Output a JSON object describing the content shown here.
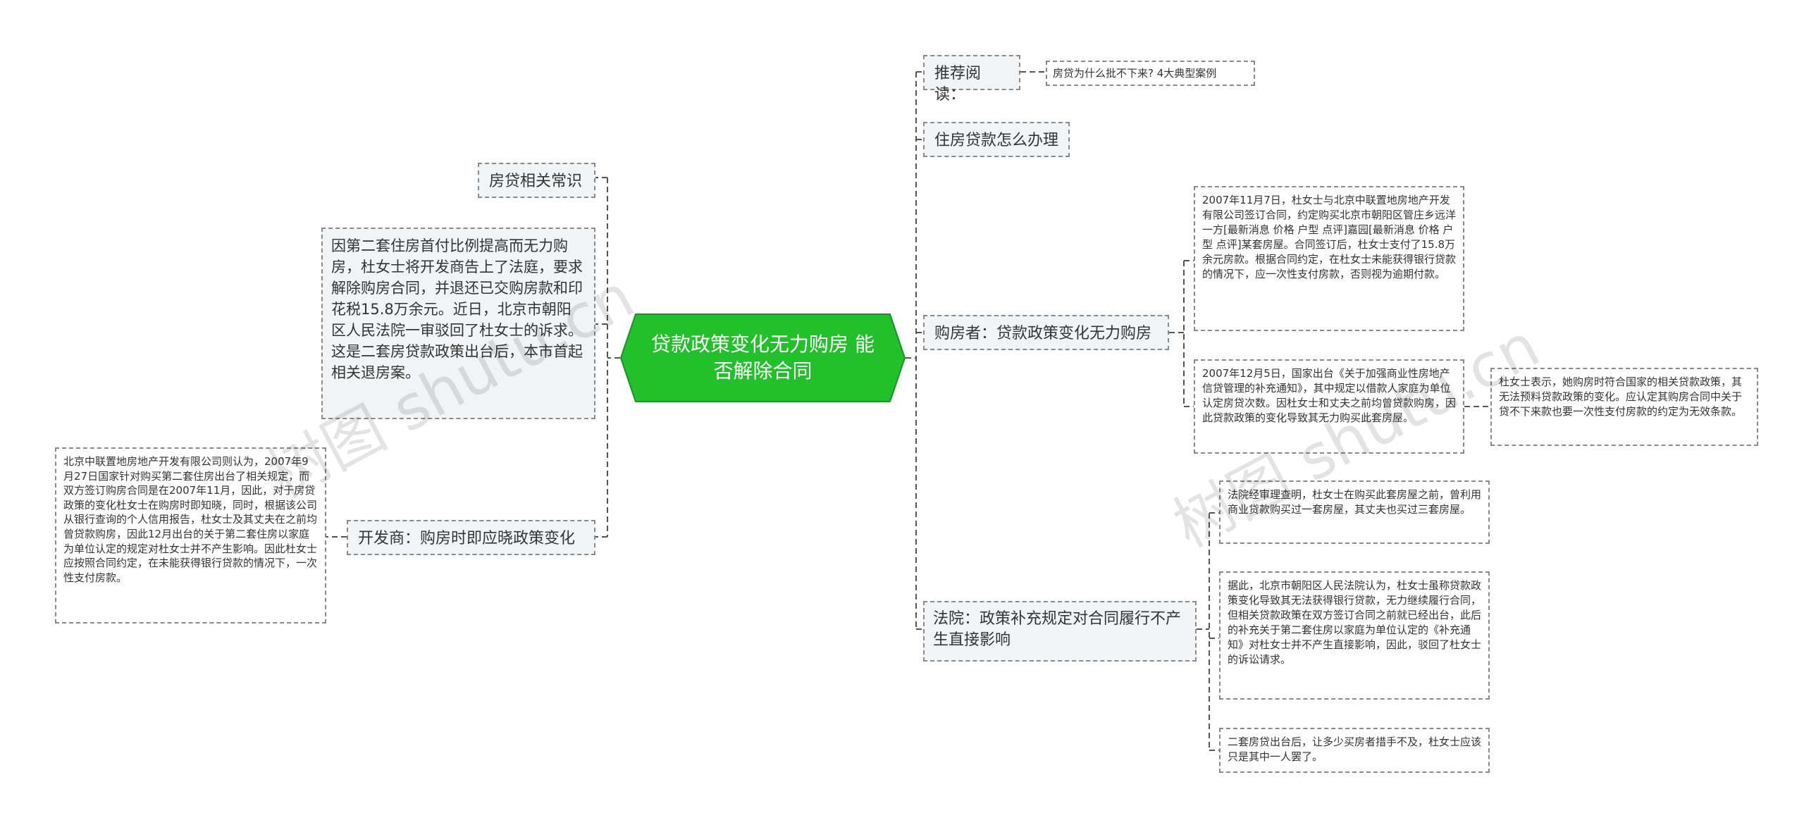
{
  "root": {
    "label": "贷款政策变化无力购房 能否解除合同",
    "color": "#22c02b"
  },
  "left": {
    "knowledge": "房贷相关常识",
    "summary": "因第二套住房首付比例提高而无力购房，杜女士将开发商告上了法庭，要求解除购房合同，并退还已交购房款和印花税15.8万余元。近日，北京市朝阳区人民法院一审驳回了杜女士的诉求。这是二套房贷款政策出台后，本市首起相关退房案。",
    "developer": {
      "label": "开发商：购房时即应晓政策变化",
      "detail": "北京中联置地房地产开发有限公司则认为，2007年9月27日国家针对购买第二套住房出台了相关规定，而双方签订购房合同是在2007年11月，因此，对于房贷政策的变化杜女士在购房时即知晓，同时，根据该公司从银行查询的个人信用报告，杜女士及其丈夫在之前均曾贷款购房，因此12月出台的关于第二套住房以家庭为单位认定的规定对杜女士并不产生影响。因此杜女士应按照合同约定，在未能获得银行贷款的情况下，一次性支付房款。"
    }
  },
  "right": {
    "recommend": {
      "label": "推荐阅读：",
      "link": "房贷为什么批不下来? 4大典型案例"
    },
    "howto": "住房贷款怎么办理",
    "buyer": {
      "label": "购房者：贷款政策变化无力购房",
      "detail1": "2007年11月7日，杜女士与北京中联置地房地产开发有限公司签订合同，约定购买北京市朝阳区管庄乡远洋一方[最新消息 价格 户型 点评]嘉园[最新消息 价格 户型 点评]某套房屋。合同签订后，杜女士支付了15.8万余元房款。根据合同约定，在杜女士未能获得银行贷款的情况下，应一次性支付房款，否则视为逾期付款。",
      "detail2": "2007年12月5日，国家出台《关于加强商业性房地产信贷管理的补充通知》，其中规定以借款人家庭为单位认定房贷次数。因杜女士和丈夫之前均曾贷款购房，因此贷款政策的变化导致其无力购买此套房屋。",
      "detail2_child": "杜女士表示，她购房时符合国家的相关贷款政策，其无法预料贷款政策的变化。应认定其购房合同中关于贷不下来款也要一次性支付房款的约定为无效条款。"
    },
    "court": {
      "label": "法院：政策补充规定对合同履行不产生直接影响",
      "detail1": "法院经审理查明，杜女士在购买此套房屋之前，曾利用商业贷款购买过一套房屋，其丈夫也买过三套房屋。",
      "detail2": "据此，北京市朝阳区人民法院认为，杜女士虽称贷款政策变化导致其无法获得银行贷款，无力继续履行合同，但相关贷款政策在双方签订合同之前就已经出台，此后的补充关于第二套住房以家庭为单位认定的《补充通知》对杜女士并不产生直接影响，因此，驳回了杜女士的诉讼请求。",
      "detail3": "二套房贷出台后，让多少买房者措手不及，杜女士应该只是其中一人罢了。"
    }
  },
  "watermarks": [
    "树图 shutu.cn",
    "树图 shutu.cn"
  ]
}
